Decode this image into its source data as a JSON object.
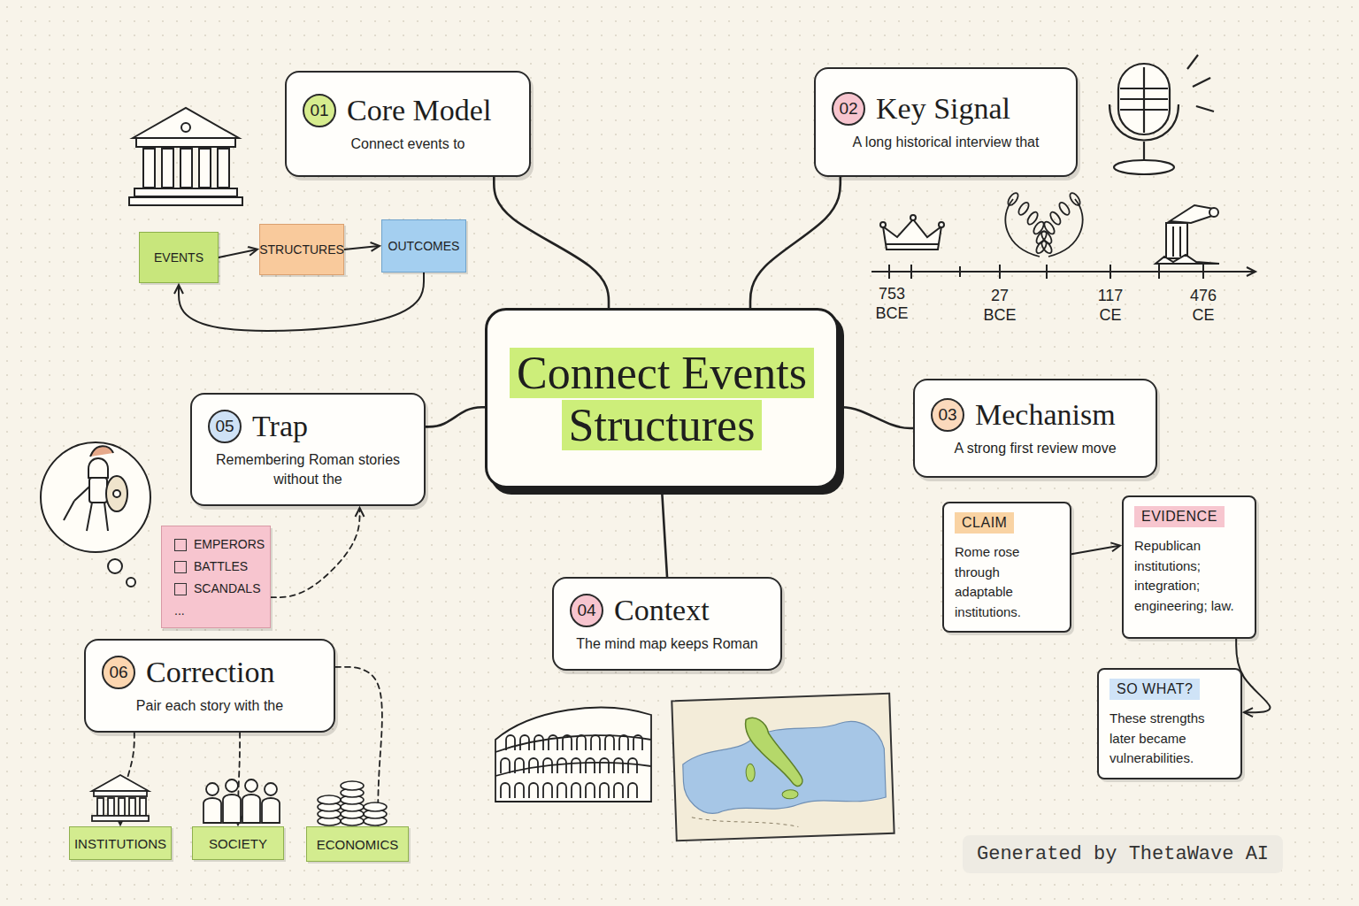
{
  "diagram": {
    "nodes": [
      {
        "text": [
          "Connect Events Structures"
        ]
      },
      {
        "text": [
          "01",
          "Core Model",
          "Connect events to"
        ]
      },
      {
        "text": [
          "02",
          "Key Signal",
          "A long historical interview that"
        ]
      },
      {
        "text": [
          "03",
          "Mechanism",
          "A strong first review move"
        ]
      },
      {
        "text": [
          "04",
          "Context",
          "The mind map keeps Roman"
        ]
      },
      {
        "text": [
          "05",
          "Trap",
          "Remembering Roman stories without the"
        ]
      },
      {
        "text": [
          "06",
          "Correction",
          "Pair each story with the"
        ]
      },
      {
        "text": [
          "EVENTS"
        ]
      },
      {
        "text": [
          "STRUCTURES"
        ]
      },
      {
        "text": [
          "OUTCOMES"
        ]
      },
      {
        "text": [
          "CLAIM",
          "Rome rose through adaptable institutions."
        ]
      },
      {
        "text": [
          "EVIDENCE",
          "Republican institutions; integration; engineering; law."
        ]
      },
      {
        "text": [
          "SO WHAT?",
          "These strengths later became vulnerabilities."
        ]
      },
      {
        "text": [
          "EMPERORS",
          "BATTLES",
          "SCANDALS",
          "..."
        ]
      },
      {
        "text": [
          "INSTITUTIONS"
        ]
      },
      {
        "text": [
          "SOCIETY"
        ]
      },
      {
        "text": [
          "ECONOMICS"
        ]
      }
    ],
    "edges": [
      {
        "from": 0,
        "to": 1,
        "arrow": "none"
      },
      {
        "from": 0,
        "to": 2,
        "arrow": "none"
      },
      {
        "from": 0,
        "to": 3,
        "arrow": "none"
      },
      {
        "from": 0,
        "to": 4,
        "arrow": "none"
      },
      {
        "from": 0,
        "to": 5,
        "arrow": "none"
      },
      {
        "from": 7,
        "to": 8,
        "arrow": "to"
      },
      {
        "from": 8,
        "to": 9,
        "arrow": "to"
      },
      {
        "from": 9,
        "to": 7,
        "arrow": "to"
      },
      {
        "from": 10,
        "to": 11,
        "arrow": "to"
      },
      {
        "from": 11,
        "to": 12,
        "arrow": "to"
      },
      {
        "from": 13,
        "to": 5,
        "arrow": "to"
      },
      {
        "from": 6,
        "to": 14,
        "arrow": "to"
      },
      {
        "from": 6,
        "to": 15,
        "arrow": "to"
      },
      {
        "from": 6,
        "to": 16,
        "arrow": "to"
      }
    ],
    "labels": [
      "753 BCE",
      "27 BCE",
      "117 CE",
      "476 CE",
      "Generated by ThetaWave AI"
    ]
  }
}
